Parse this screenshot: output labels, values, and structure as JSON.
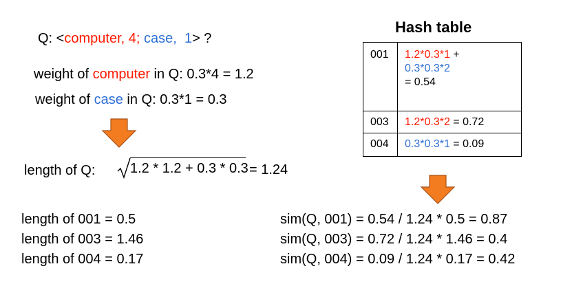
{
  "query": {
    "prefix": "Q: <",
    "term1": "computer,",
    "weight1": "4;",
    "term2": "case,",
    "weight2": "1",
    "suffix": "> ?"
  },
  "weights": [
    {
      "pre": "weight of ",
      "term": "computer",
      "post": " in Q: 0.3*4 = 1.2",
      "term_color": "red"
    },
    {
      "pre": "weight of ",
      "term": "case",
      "post": " in Q:  0.3*1 = 0.3",
      "term_color": "blue"
    }
  ],
  "length_q": {
    "label": "length of Q:",
    "radicand": "1.2 * 1.2 + 0.3 * 0.3",
    "result": "= 1.24"
  },
  "doc_lengths": [
    "length of 001 = 0.5",
    "length of 003 = 1.46",
    "length of 004 = 0.17"
  ],
  "hash_table": {
    "title": "Hash table",
    "rows": [
      {
        "key": "001",
        "lines": [
          {
            "text": "1.2*0.3*1",
            "color": "red",
            "after": " +"
          },
          {
            "text": "0.3*0.3*2",
            "color": "blue",
            "after": ""
          },
          {
            "text": "",
            "color": "",
            "after": "= 0.54"
          }
        ]
      },
      {
        "key": "003",
        "lines": [
          {
            "text": "1.2*0.3*2",
            "color": "red",
            "after": " = 0.72"
          }
        ]
      },
      {
        "key": "004",
        "lines": [
          {
            "text": "0.3*0.3*1",
            "color": "blue",
            "after": " = 0.09"
          }
        ]
      }
    ]
  },
  "similarities": [
    "sim(Q, 001) = 0.54 / 1.24 * 0.5 = 0.87",
    "sim(Q, 003) = 0.72 / 1.24 * 1.46 = 0.4",
    "sim(Q, 004) = 0.09 / 1.24 * 0.17 = 0.42"
  ],
  "colors": {
    "term_red": "#ff1a00",
    "term_blue": "#2e6fd6",
    "arrow_fill": "#f37b20",
    "arrow_stroke": "#a8531a"
  }
}
